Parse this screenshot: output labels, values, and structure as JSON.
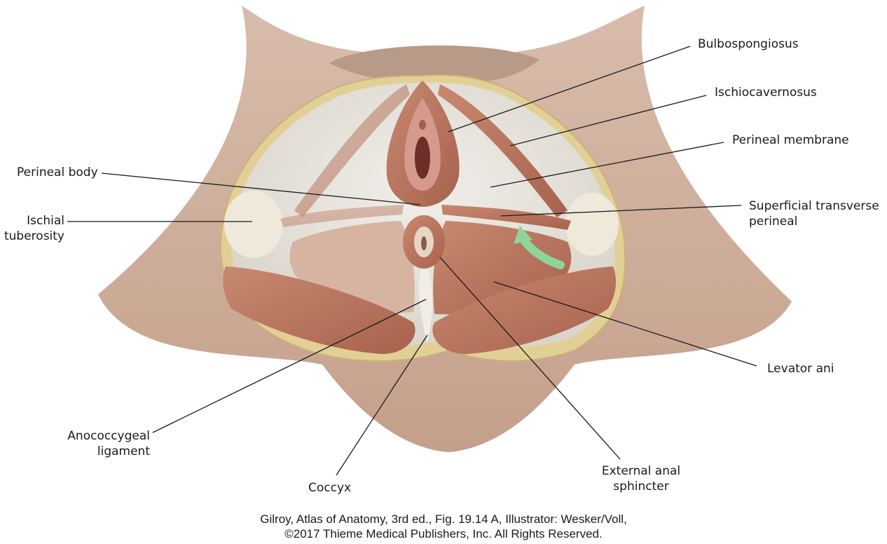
{
  "labels": {
    "bulbospongiosus": "Bulbospongiosus",
    "ischiocavernosus": "Ischiocavernosus",
    "perineal_membrane": "Perineal membrane",
    "perineal_body": "Perineal body",
    "superficial_transverse_1": "Superficial transverse",
    "superficial_transverse_2": "perineal",
    "ischial_tuberosity_1": "Ischial",
    "ischial_tuberosity_2": "tuberosity",
    "levator_ani": "Levator ani",
    "anococcygeal_1": "Anococcygeal",
    "anococcygeal_2": "ligament",
    "coccyx": "Coccyx",
    "external_anal_1": "External anal",
    "external_anal_2": "sphincter"
  },
  "caption": {
    "line1": "Gilroy, Atlas of Anatomy, 3rd ed., Fig. 19.14 A, Illustrator: Wesker/Voll,",
    "line2": "©2017 Thieme Medical Publishers, Inc. All Rights Reserved."
  },
  "colors": {
    "skin": "#c9a994",
    "fat": "#e2cf95",
    "fascia": "#e9e6e0",
    "muscle": "#b8735c",
    "arrow": "#8fd49a"
  }
}
